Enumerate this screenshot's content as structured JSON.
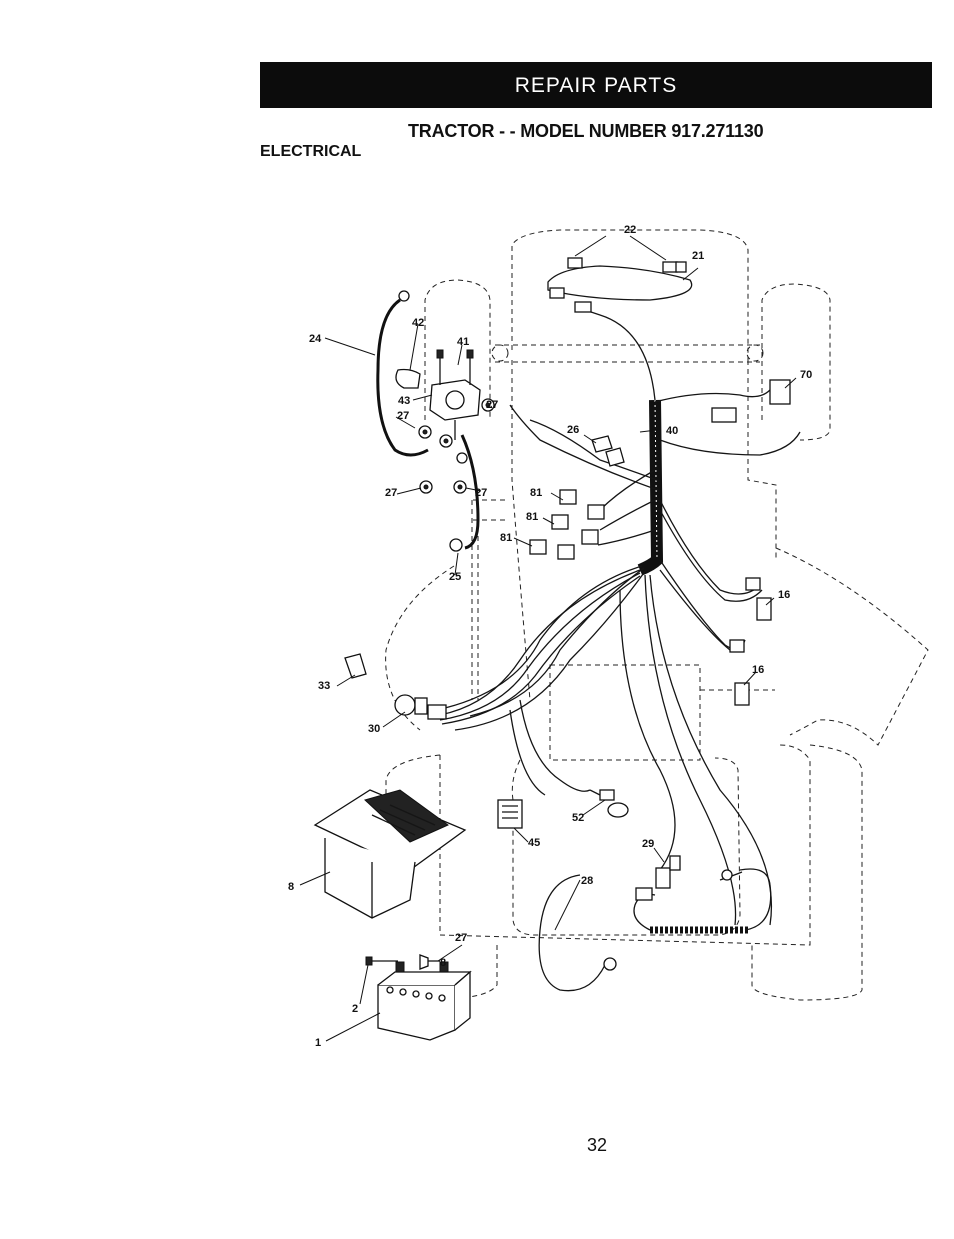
{
  "header": {
    "banner": "REPAIR PARTS"
  },
  "title": "TRACTOR - - MODEL NUMBER 917.271130",
  "section": "ELECTRICAL",
  "page_number": "32",
  "callouts": {
    "c1": "1",
    "c2": "2",
    "c8a": "8",
    "c8b": "8",
    "c16a": "16",
    "c16b": "16",
    "c21": "21",
    "c22": "22",
    "c24": "24",
    "c25": "25",
    "c26": "26",
    "c27a": "27",
    "c27b": "27",
    "c27c": "27",
    "c27d": "27",
    "c27e": "27",
    "c28": "28",
    "c29": "29",
    "c30": "30",
    "c33": "33",
    "c40": "40",
    "c41": "41",
    "c42": "42",
    "c43": "43",
    "c45": "45",
    "c52": "52",
    "c70": "70",
    "c81a": "81",
    "c81b": "81",
    "c81c": "81"
  }
}
